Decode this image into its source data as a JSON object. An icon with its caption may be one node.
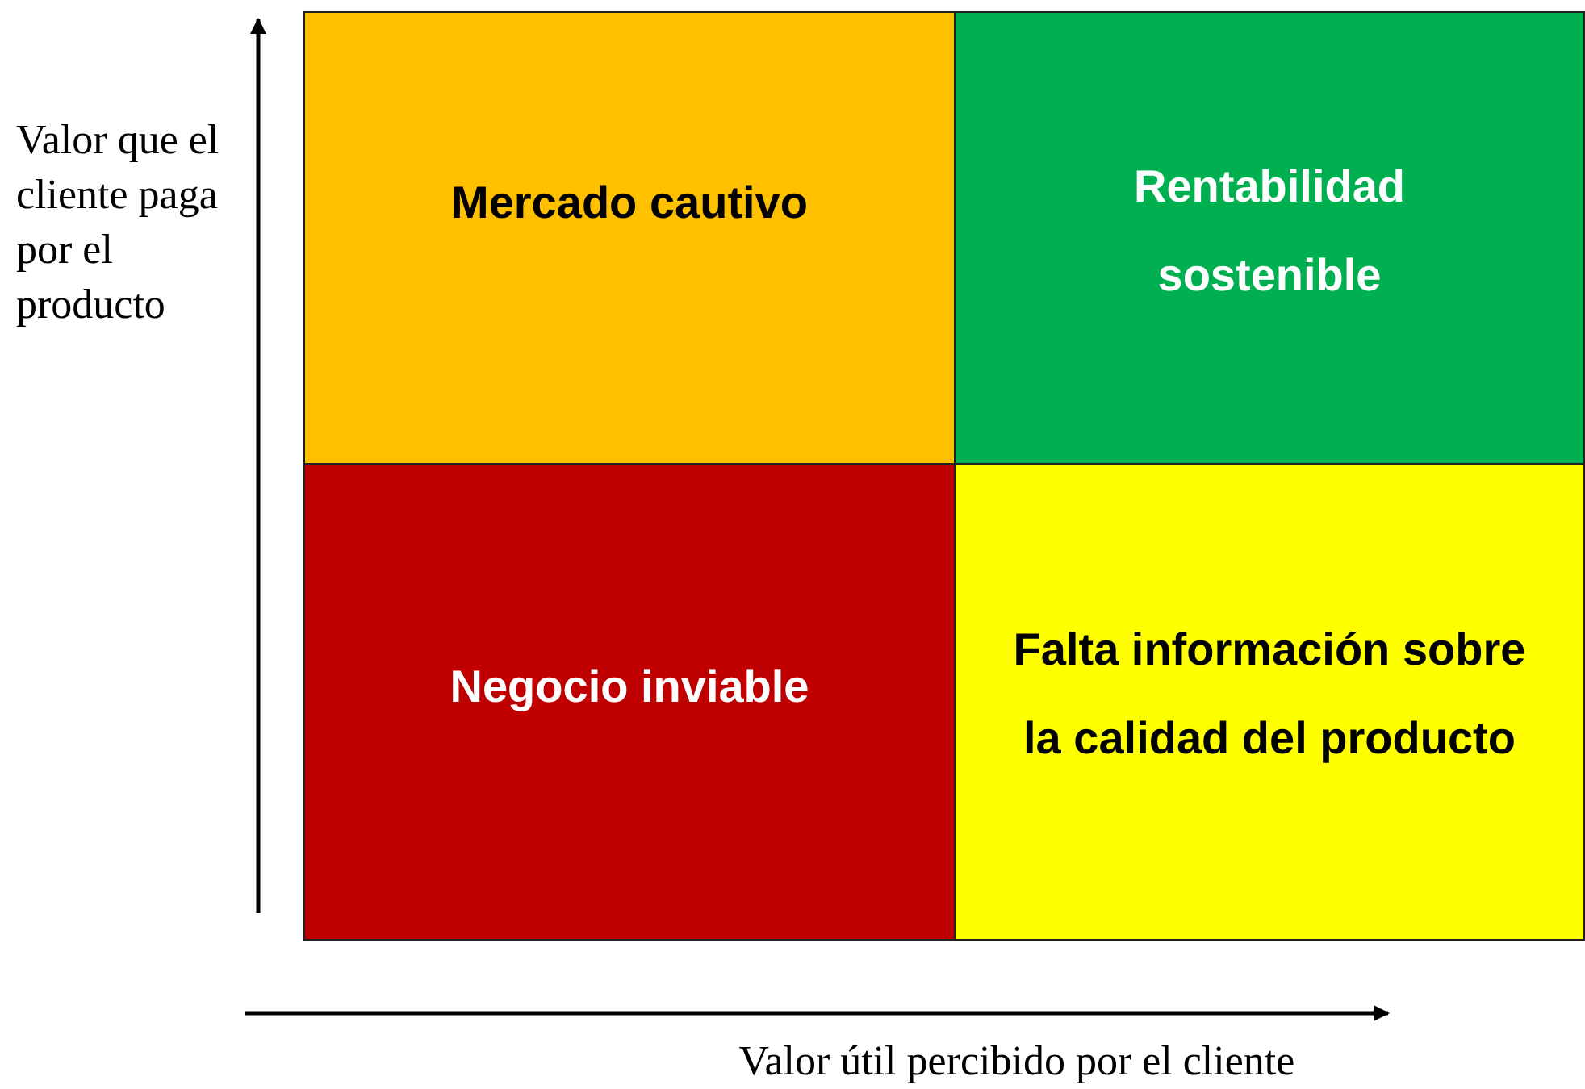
{
  "diagram": {
    "nodes": [
      {
        "text": [
          "Mercado cautivo"
        ]
      },
      {
        "text": [
          "Rentabilidad sostenible"
        ]
      },
      {
        "text": [
          "Negocio inviable"
        ]
      },
      {
        "text": [
          "Falta información sobre la calidad del producto"
        ]
      }
    ],
    "labels": [
      "Valor que el cliente paga por el producto",
      "Valor útil percibido por el cliente"
    ]
  }
}
